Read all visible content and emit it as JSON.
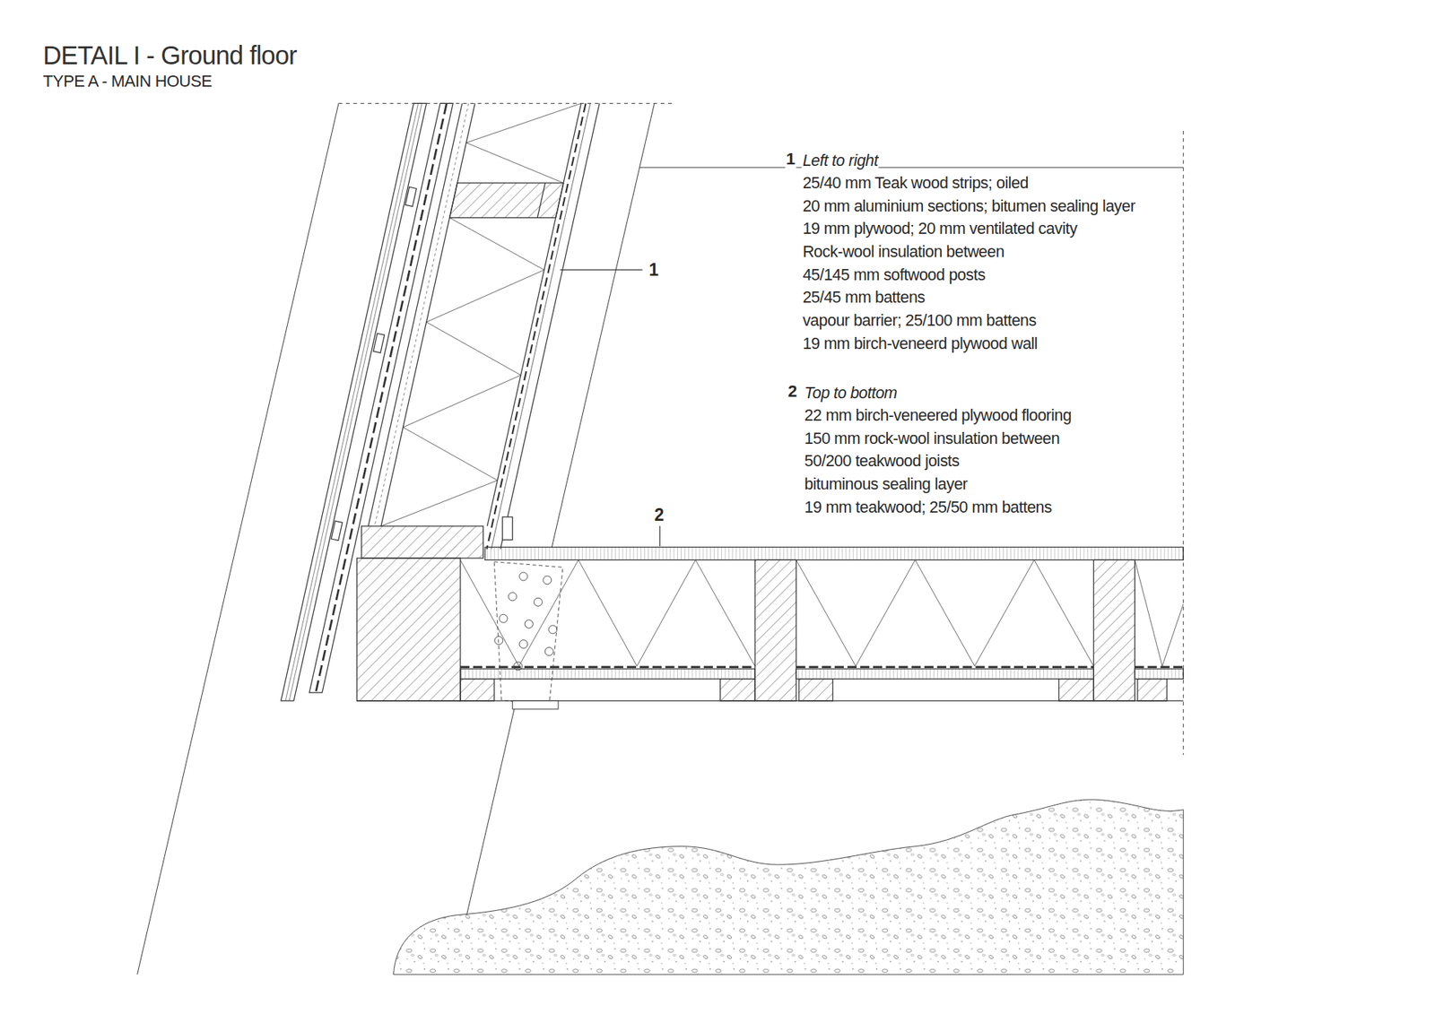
{
  "diagram": {
    "title": "DETAIL I - Ground floor",
    "labels": [
      "TYPE A - MAIN HOUSE",
      "1",
      "2",
      "1",
      "Left to right",
      "25/40 mm Teak wood strips; oiled",
      "20 mm aluminium sections; bitumen sealing layer",
      "19 mm plywood; 20 mm ventilated cavity",
      "Rock-wool insulation between",
      "45/145 mm softwood posts",
      "25/45 mm battens",
      "vapour barrier; 25/100 mm battens",
      "19 mm birch-veneerd plywood wall",
      "2",
      "Top to bottom",
      "22 mm birch-veneered plywood flooring",
      "150 mm rock-wool insulation between",
      "50/200 teakwood joists",
      "bituminous sealing layer",
      "19 mm teakwood; 25/50 mm battens"
    ]
  }
}
